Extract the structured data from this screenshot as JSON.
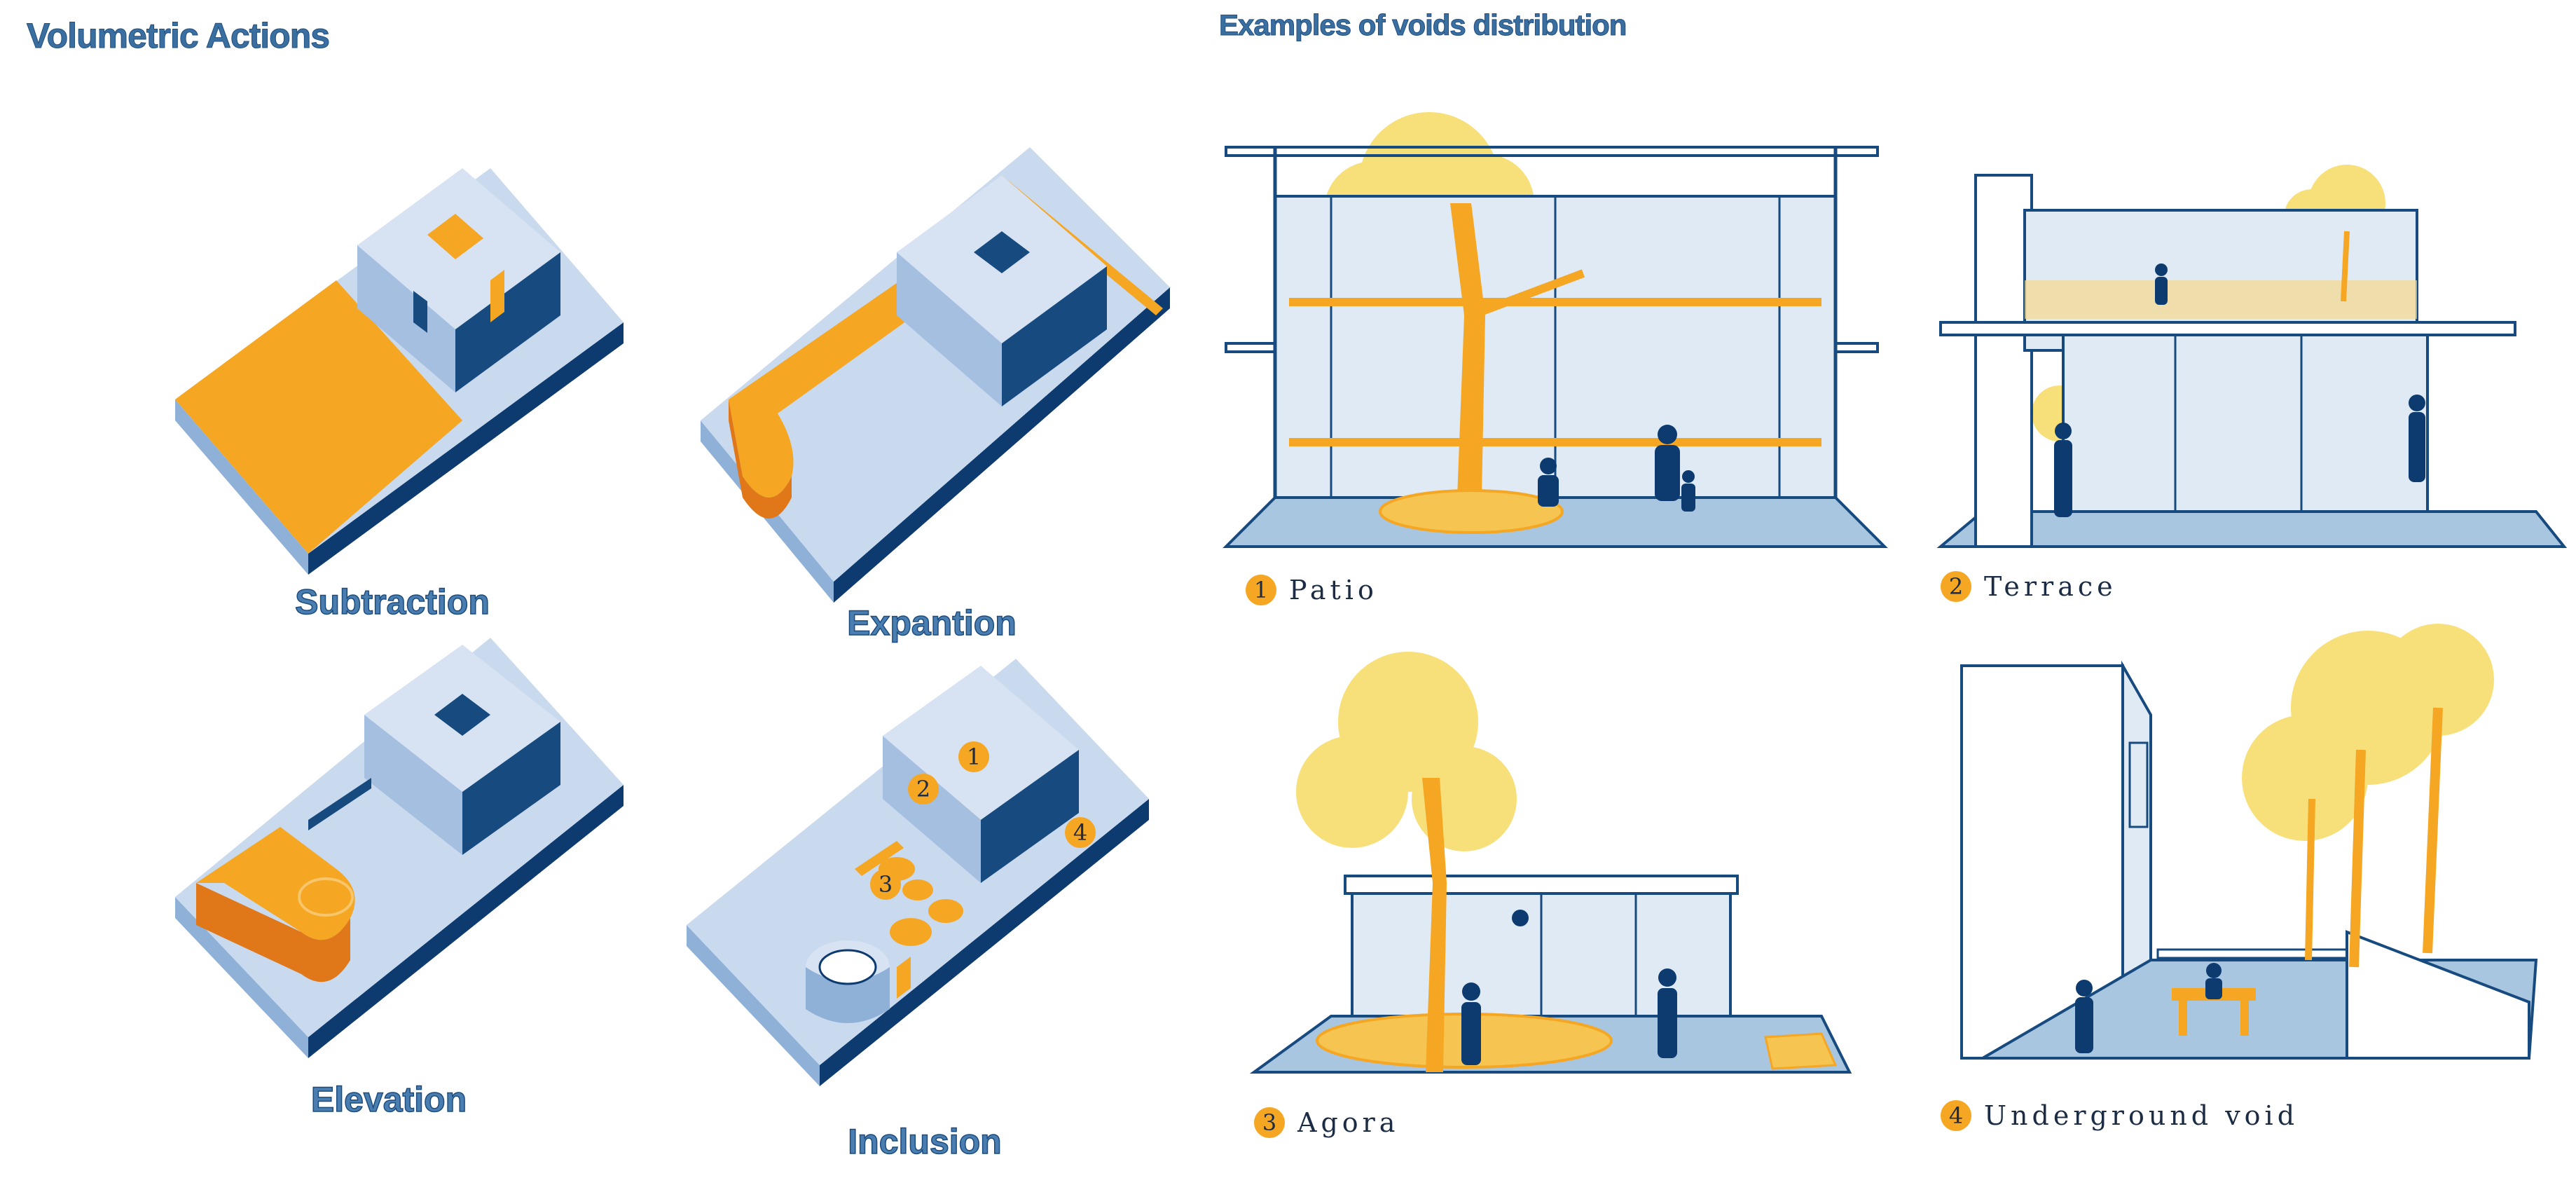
{
  "left": {
    "heading": "Volumetric Actions",
    "actions": [
      {
        "label": "Subtraction"
      },
      {
        "label": "Expantion"
      },
      {
        "label": "Elevation"
      },
      {
        "label": "Inclusion"
      }
    ],
    "inclusion_markers": [
      "1",
      "2",
      "3",
      "4"
    ]
  },
  "right": {
    "heading": "Examples of voids distribution",
    "examples": [
      {
        "number": "1",
        "label": "Patio"
      },
      {
        "number": "2",
        "label": "Terrace"
      },
      {
        "number": "3",
        "label": "Agora"
      },
      {
        "number": "4",
        "label": "Underground void"
      }
    ]
  },
  "colors": {
    "orange": "#f5a623",
    "navy": "#0d3b70",
    "pale_blue": "#c9d9ee",
    "mid_blue": "#8fb1d8",
    "floor_blue": "#a9c6e0",
    "tree_yellow": "#f7e07a"
  }
}
